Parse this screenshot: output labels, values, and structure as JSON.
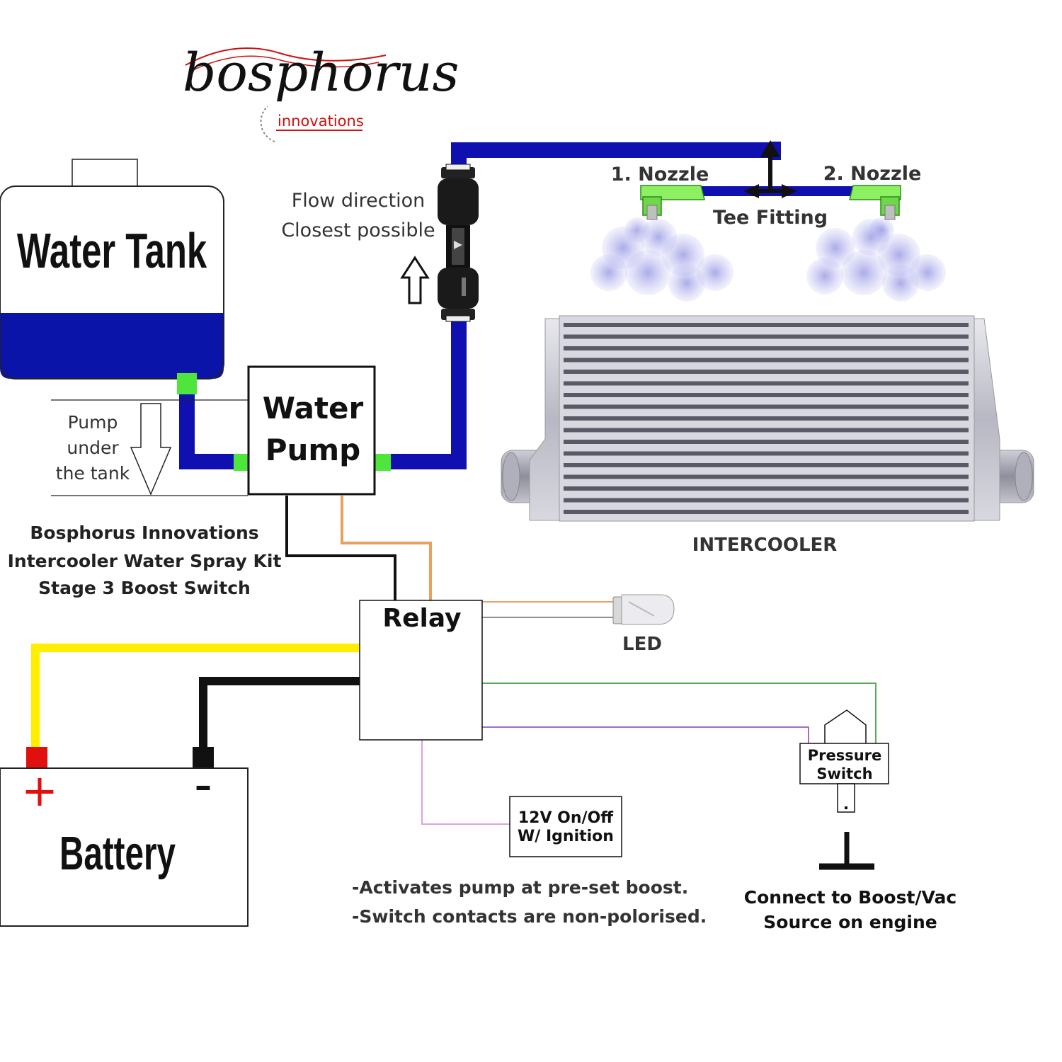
{
  "logo": {
    "wordmark": "bosphorus",
    "subtitle": "innovations"
  },
  "components": {
    "water_tank": "Water Tank",
    "water_pump_line1": "Water",
    "water_pump_line2": "Pump",
    "relay": "Relay",
    "battery": "Battery",
    "battery_plus": "+",
    "battery_minus": "–",
    "led": "LED",
    "intercooler": "INTERCOOLER",
    "pressure_switch_line1": "Pressure",
    "pressure_switch_line2": "Switch",
    "ignition_line1": "12V On/Off",
    "ignition_line2": "W/ Ignition"
  },
  "labels": {
    "nozzle_1": "1. Nozzle",
    "nozzle_2": "2. Nozzle",
    "tee_fitting": "Tee Fitting",
    "flow_line1": "Flow direction",
    "flow_line2": "Closest possible",
    "pump_under_line1": "Pump",
    "pump_under_line2": "under",
    "pump_under_line3": "the tank",
    "kit_line1": "Bosphorus Innovations",
    "kit_line2": "Intercooler Water Spray Kit",
    "kit_line3": "Stage 3 Boost Switch",
    "note_line1": "-Activates pump at pre-set boost.",
    "note_line2": "-Switch contacts are non-polorised.",
    "connect_line1": "Connect to Boost/Vac",
    "connect_line2": "Source on engine"
  },
  "colors": {
    "hose": "#1010b0",
    "water": "#0a14a8",
    "fitting": "#4ee63c",
    "positive_wire": "#ffee00",
    "ground_wire": "#000000",
    "pump_positive_wire": "#e8a060",
    "led_wire_orange": "#e8a060",
    "led_wire_gray": "#909090",
    "switch_wire_green": "#5aaa5a",
    "switch_wire_purple": "#a070c0",
    "ignition_wire": "#e0a0e0",
    "battery_plus_terminal": "#e01010",
    "logo_red": "#d01010"
  },
  "icons": [
    "flow-arrow-icon",
    "down-arrow-icon",
    "spray-mist-icon",
    "nozzle-icon",
    "inline-check-valve-icon",
    "led-bulb-icon"
  ]
}
